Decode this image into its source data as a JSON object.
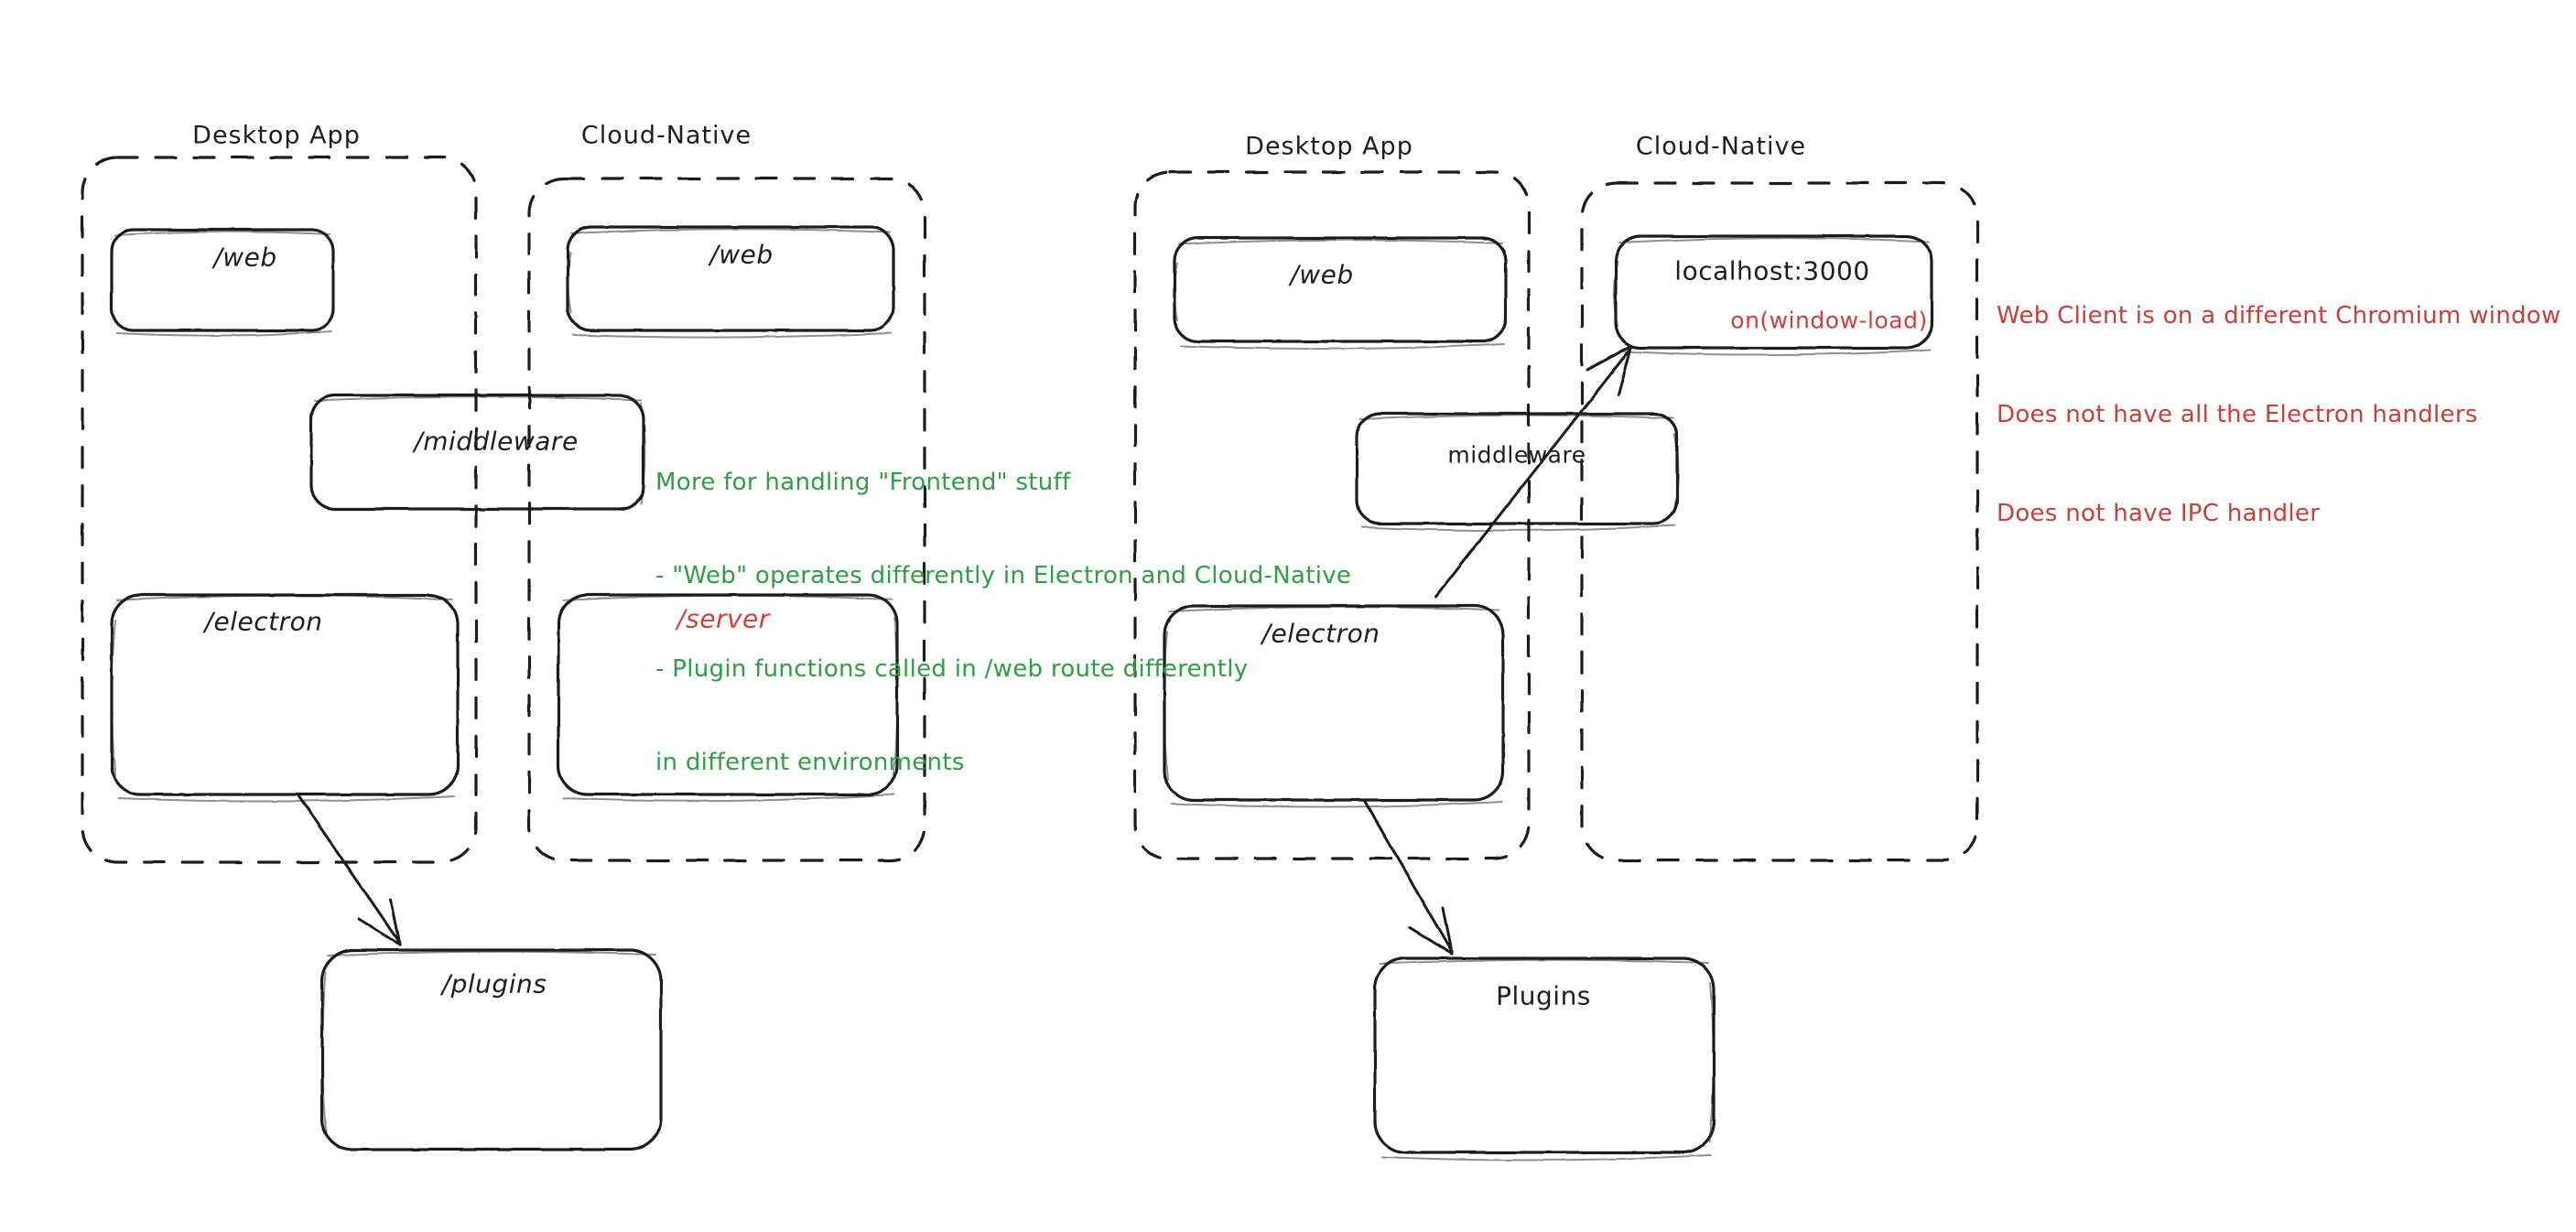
{
  "diagram": {
    "title": "Electron Desktop App vs Cloud-Native architecture comparison",
    "colors": {
      "stroke": "#1e1e1e",
      "green": "#2f9e44",
      "red": "#d1403c",
      "background": "#ffffff"
    },
    "left_panel": {
      "groups": [
        {
          "id": "left-desktop",
          "title": "Desktop App"
        },
        {
          "id": "left-cloud",
          "title": "Cloud-Native"
        }
      ],
      "nodes": [
        {
          "id": "left-desktop-web",
          "label": "/web",
          "color": "#1e1e1e"
        },
        {
          "id": "left-cloud-web",
          "label": "/web",
          "color": "#1e1e1e"
        },
        {
          "id": "left-middleware",
          "label": "/middleware",
          "color": "#1e1e1e"
        },
        {
          "id": "left-electron",
          "label": "/electron",
          "color": "#1e1e1e"
        },
        {
          "id": "left-server",
          "label": "/server",
          "color": "#d1403c"
        },
        {
          "id": "left-plugins",
          "label": "/plugins",
          "color": "#1e1e1e"
        }
      ],
      "annotation_green": {
        "lines": [
          "More for handling \"Frontend\" stuff",
          "- \"Web\" operates differently in Electron and Cloud-Native",
          "- Plugin functions called in /web route differently",
          "in different environments"
        ]
      },
      "edges": [
        {
          "from": "left-electron",
          "to": "left-plugins",
          "style": "arrow"
        }
      ]
    },
    "right_panel": {
      "groups": [
        {
          "id": "right-desktop",
          "title": "Desktop App"
        },
        {
          "id": "right-cloud",
          "title": "Cloud-Native"
        }
      ],
      "nodes": [
        {
          "id": "right-desktop-web",
          "label": "/web",
          "color": "#1e1e1e"
        },
        {
          "id": "right-localhost",
          "label": "localhost:3000",
          "color": "#1e1e1e",
          "sublabel": "on(window-load)",
          "sublabel_color": "#d1403c"
        },
        {
          "id": "right-middleware",
          "label": "middleware",
          "color": "#1e1e1e"
        },
        {
          "id": "right-electron",
          "label": "/electron",
          "color": "#1e1e1e"
        },
        {
          "id": "right-plugins",
          "label": "Plugins",
          "color": "#1e1e1e"
        }
      ],
      "annotation_red": {
        "lines": [
          "Web Client is on a different Chromium window",
          "Does not have all the Electron handlers",
          "Does not have IPC handler"
        ]
      },
      "edges": [
        {
          "from": "right-electron",
          "to": "right-localhost",
          "style": "arrow"
        },
        {
          "from": "right-electron",
          "to": "right-plugins",
          "style": "arrow"
        }
      ]
    }
  }
}
